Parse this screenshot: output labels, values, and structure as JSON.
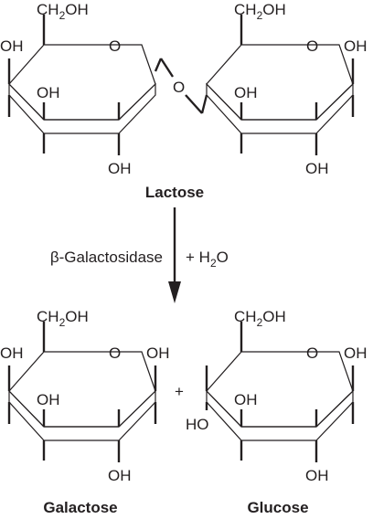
{
  "colors": {
    "ring_top": "#c88fb0",
    "ring_bottom": "#a9568b",
    "ring_side": "#d8a8c4",
    "ink": "#231f20"
  },
  "rings": [
    {
      "id": "lactose-galactose-unit",
      "ch2oh": [
        "CH",
        "2",
        "OH"
      ],
      "ring_o": "O",
      "left": "OH",
      "inner": "OH",
      "bottom": "OH",
      "right": ""
    },
    {
      "id": "lactose-glucose-unit",
      "ch2oh": [
        "CH",
        "2",
        "OH"
      ],
      "ring_o": "O",
      "left": "",
      "inner": "OH",
      "bottom": "OH",
      "right": "OH"
    },
    {
      "id": "galactose",
      "ch2oh": [
        "CH",
        "2",
        "OH"
      ],
      "ring_o": "O",
      "left": "OH",
      "inner": "OH",
      "bottom": "OH",
      "right": "OH"
    },
    {
      "id": "glucose",
      "ch2oh": [
        "CH",
        "2",
        "OH"
      ],
      "ring_o": "O",
      "left": "HO",
      "inner": "OH",
      "bottom": "OH",
      "right": "OH"
    }
  ],
  "bridge_o": "O",
  "lactose_label": "Lactose",
  "enzyme_label": "β-Galactosidase",
  "water_label": [
    "+ H",
    "2",
    "O"
  ],
  "plus_sign": "+",
  "galactose_label": "Galactose",
  "glucose_label": "Glucose"
}
